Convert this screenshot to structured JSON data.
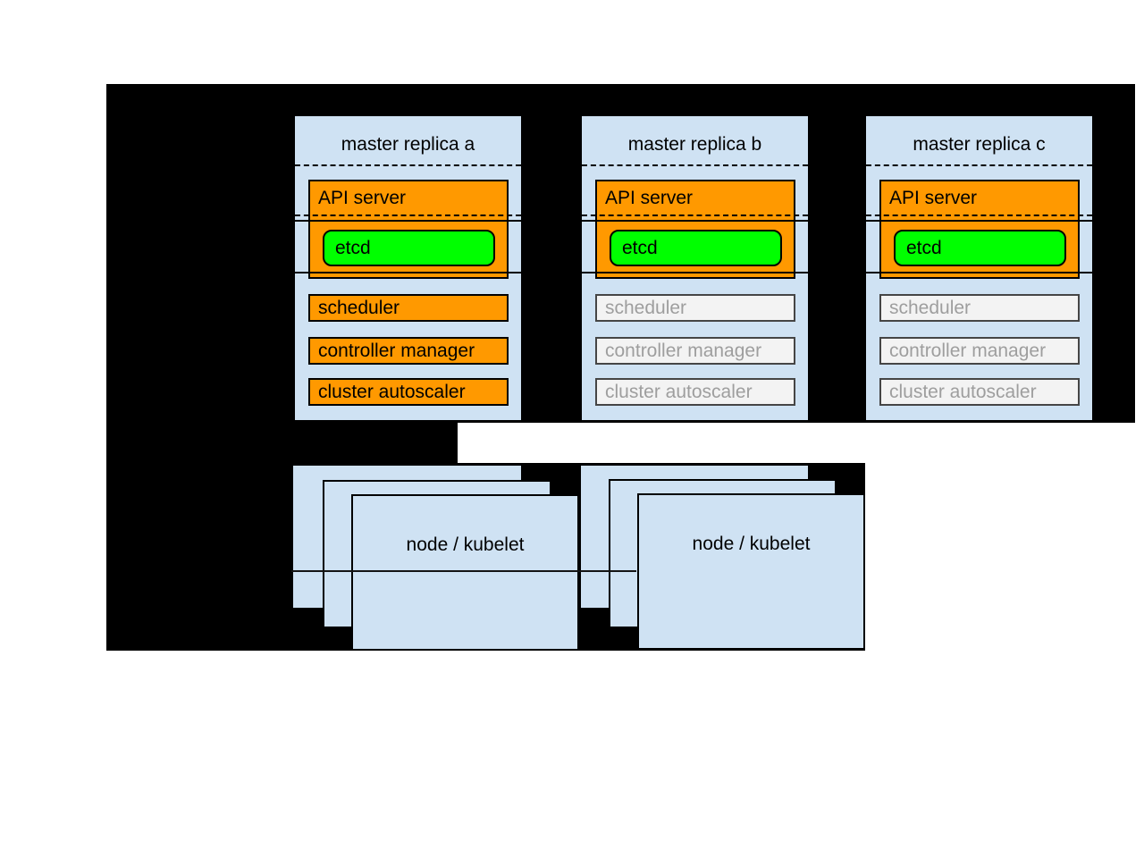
{
  "diagram": {
    "description": "Kubernetes highly-available masters architecture",
    "background_color": "#ffffff",
    "panel_color": "#000000",
    "colors": {
      "replica_fill": "#cfe2f3",
      "active_component_fill": "#ff9900",
      "etcd_fill": "#00ff00",
      "inactive_component_fill": "#f3f3f3",
      "inactive_component_text": "#9e9e9e",
      "border": "#000000"
    },
    "replicas": [
      {
        "title": "master replica a",
        "api_server": "API server",
        "etcd": "etcd",
        "scheduler": "scheduler",
        "controller_manager": "controller manager",
        "cluster_autoscaler": "cluster autoscaler",
        "secondary_components_active": true
      },
      {
        "title": "master replica b",
        "api_server": "API server",
        "etcd": "etcd",
        "scheduler": "scheduler",
        "controller_manager": "controller manager",
        "cluster_autoscaler": "cluster autoscaler",
        "secondary_components_active": false
      },
      {
        "title": "master replica c",
        "api_server": "API server",
        "etcd": "etcd",
        "scheduler": "scheduler",
        "controller_manager": "controller manager",
        "cluster_autoscaler": "cluster autoscaler",
        "secondary_components_active": false
      }
    ],
    "node_groups": [
      {
        "label": "node / kubelet"
      },
      {
        "label": "node / kubelet"
      }
    ]
  }
}
